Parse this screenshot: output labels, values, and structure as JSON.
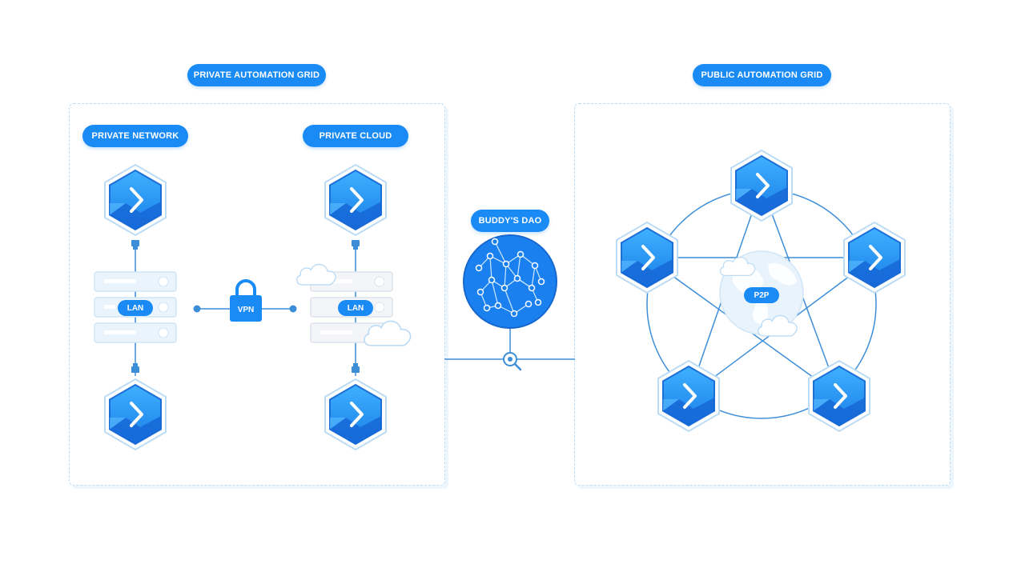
{
  "groups": {
    "private": {
      "title": "PRIVATE AUTOMATION GRID"
    },
    "public": {
      "title": "PUBLIC AUTOMATION GRID"
    }
  },
  "sections": {
    "private_network": "PRIVATE NETWORK",
    "private_cloud": "PRIVATE CLOUD",
    "buddys_dao": "BUDDY'S DAO"
  },
  "labels": {
    "lan_left": "LAN",
    "lan_right": "LAN",
    "vpn": "VPN",
    "p2p": "P2P"
  },
  "colors": {
    "accent": "#1a8af5",
    "dark_accent": "#1d6fd8",
    "line": "#3d8ed8",
    "border": "#b9dcf7"
  },
  "icons": {
    "node": "buddy-node-hexagon-icon",
    "lock": "lock-icon",
    "server": "server-rack-icon",
    "cloud": "cloud-icon",
    "globe": "globe-icon",
    "network": "network-sphere-icon",
    "magnifier": "magnifier-icon"
  }
}
